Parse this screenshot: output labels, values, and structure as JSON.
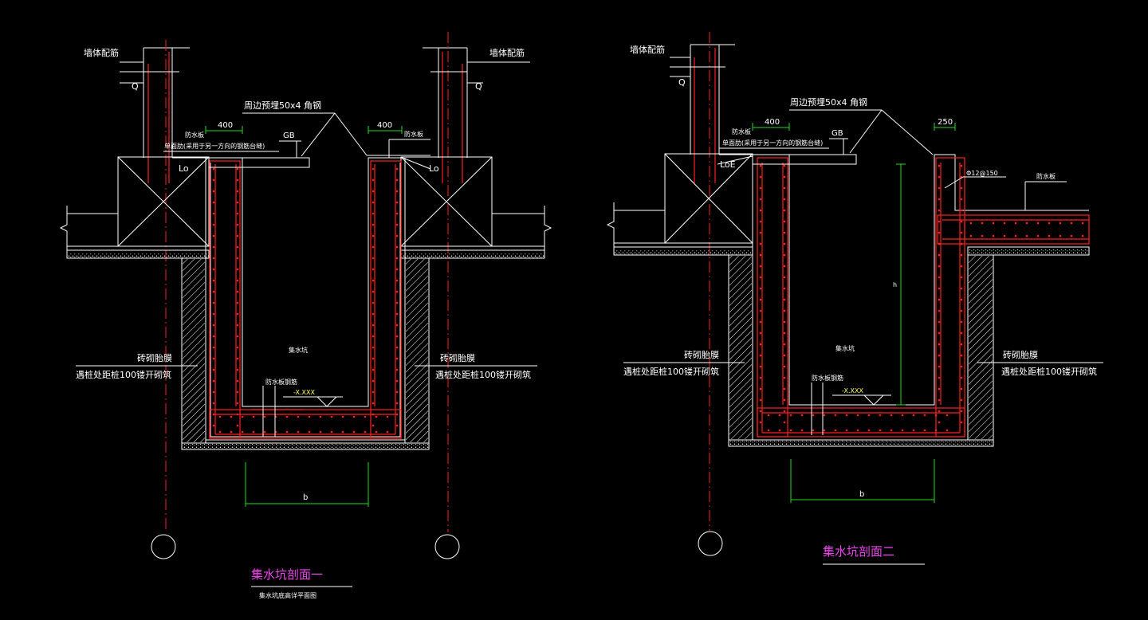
{
  "colors": {
    "background": "#000000",
    "line": "#ffffff",
    "rebar": "#ff2020",
    "dimension": "#22dd22",
    "title": "#ee44ee",
    "elevation": "#ffff55"
  },
  "section1": {
    "wall_rebar_left": "墙体配筋",
    "wall_rebar_right": "墙体配筋",
    "q_left": "Q",
    "q_right": "Q",
    "angle_steel": "周边预埋50x4 角钢",
    "dim_left_400": "400",
    "dim_right_400": "400",
    "waterproof_left": "防水板",
    "edge_note": "单面肋(采用于另一方向的钢筋台缝)",
    "gb": "GB",
    "waterproof_right": "防水板",
    "lo_left": "Lo",
    "lo_right": "Lo",
    "brick_left_1": "砖砌胎膜",
    "brick_left_2": "遇桩处距桩100镂开砌筑",
    "brick_right_1": "砖砌胎膜",
    "brick_right_2": "遇桩处距桩100镂开砌筑",
    "pit_label": "集水坑",
    "pit_rebar": "防水板钢筋",
    "elevation": "-X.XXX",
    "dim_b": "b",
    "title": "集水坑剖面一",
    "subtitle": "集水坑底高详平面图"
  },
  "section2": {
    "wall_rebar": "墙体配筋",
    "q": "Q",
    "angle_steel": "周边预埋50x4 角钢",
    "dim_400": "400",
    "waterproof": "防水板",
    "edge_note": "单面肋(采用于另一方向的钢筋台缝)",
    "gb": "GB",
    "dim_250": "250",
    "loe": "LoE",
    "rebar_spec": "Φ12@150",
    "waterproof_right": "防水板",
    "dim_h": "h",
    "brick_left_1": "砖砌胎膜",
    "brick_left_2": "遇桩处距桩100镂开砌筑",
    "brick_right_1": "砖砌胎膜",
    "brick_right_2": "遇桩处距桩100镂开砌筑",
    "pit_label": "集水坑",
    "pit_rebar": "防水板钢筋",
    "elevation": "-X.XXX",
    "dim_b": "b",
    "title": "集水坑剖面二"
  }
}
